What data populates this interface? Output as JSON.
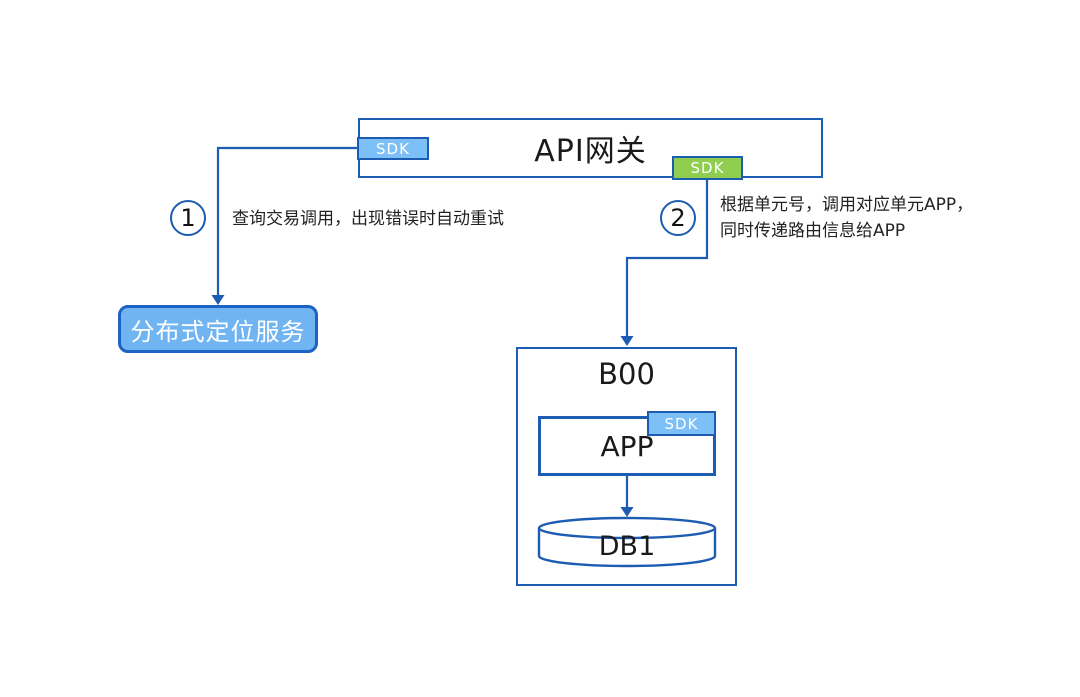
{
  "colors": {
    "line_blue": "#1d5cb3",
    "sdk_blue_fill": "#7dc0f7",
    "sdk_green_fill": "#8fce4f",
    "service_fill": "#70b5f2",
    "text_dark": "#1a1a1a",
    "text_white": "#ffffff"
  },
  "gateway": {
    "title": "API网关",
    "sdk_left_label": "SDK",
    "sdk_bottom_label": "SDK"
  },
  "steps": [
    {
      "number": "1",
      "text": "查询交易调用，出现错误时自动重试"
    },
    {
      "number": "2",
      "text_line1": "根据单元号，调用对应单元APP，",
      "text_line2": "同时传递路由信息给APP"
    }
  ],
  "location_service": {
    "label": "分布式定位服务"
  },
  "unit": {
    "title": "B00",
    "app_label": "APP",
    "app_sdk_label": "SDK",
    "db_label": "DB1"
  }
}
